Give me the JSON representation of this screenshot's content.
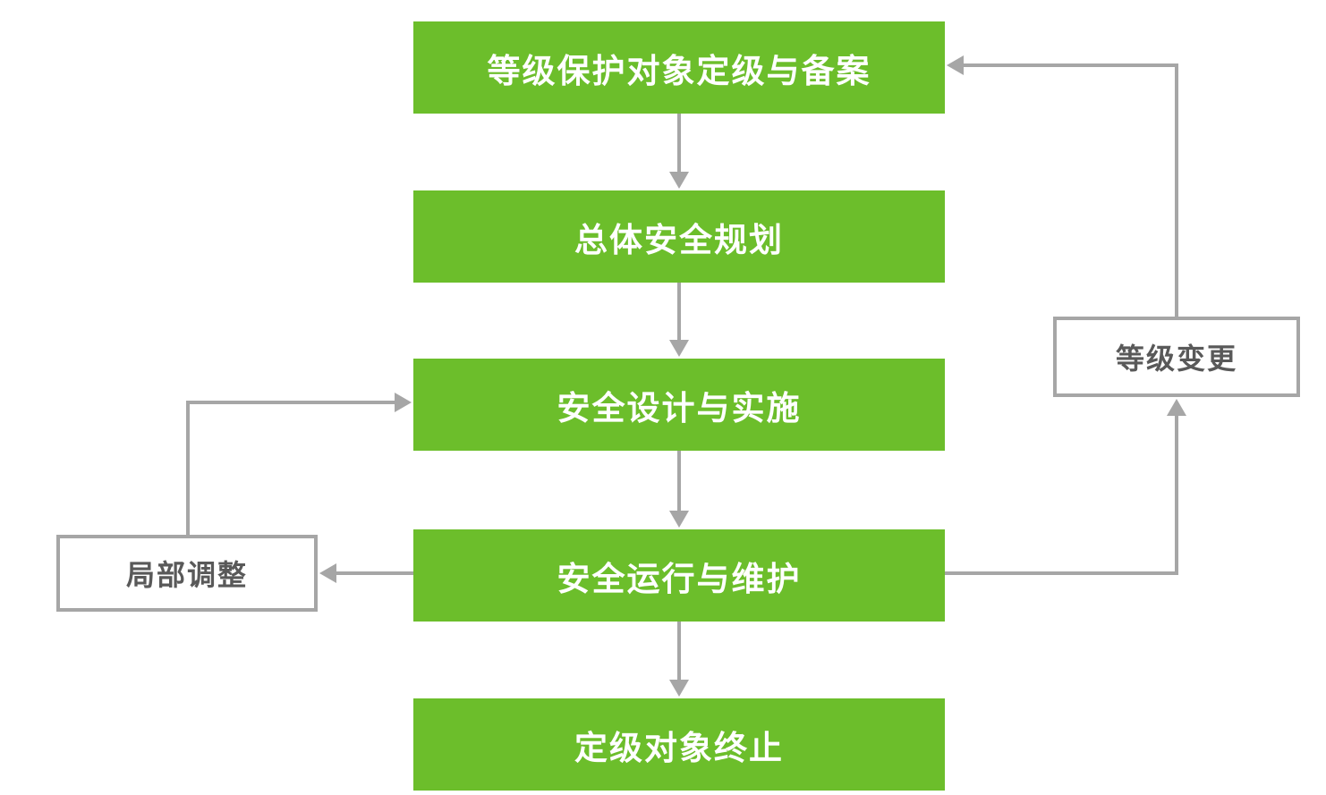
{
  "diagram": {
    "type": "flowchart",
    "direction": "top-down",
    "steps": [
      {
        "id": "grading-filing",
        "label": "等级保护对象定级与备案"
      },
      {
        "id": "overall-planning",
        "label": "总体安全规划"
      },
      {
        "id": "design-implementation",
        "label": "安全设计与实施"
      },
      {
        "id": "operation-maintenance",
        "label": "安全运行与维护"
      },
      {
        "id": "object-termination",
        "label": "定级对象终止"
      }
    ],
    "side_nodes": [
      {
        "id": "partial-adjustment",
        "label": "局部调整"
      },
      {
        "id": "grade-change",
        "label": "等级变更"
      }
    ],
    "edges": [
      {
        "from": "grading-filing",
        "to": "overall-planning"
      },
      {
        "from": "overall-planning",
        "to": "design-implementation"
      },
      {
        "from": "design-implementation",
        "to": "operation-maintenance"
      },
      {
        "from": "operation-maintenance",
        "to": "object-termination"
      },
      {
        "from": "operation-maintenance",
        "to": "partial-adjustment"
      },
      {
        "from": "partial-adjustment",
        "to": "design-implementation"
      },
      {
        "from": "operation-maintenance",
        "to": "grade-change"
      },
      {
        "from": "grade-change",
        "to": "grading-filing"
      }
    ],
    "colors": {
      "step_fill": "#6CBE2B",
      "step_text": "#FFFFFF",
      "side_border": "#A6A6A6",
      "side_text": "#595959",
      "connector": "#A6A6A6",
      "background": "#FFFFFF"
    }
  }
}
